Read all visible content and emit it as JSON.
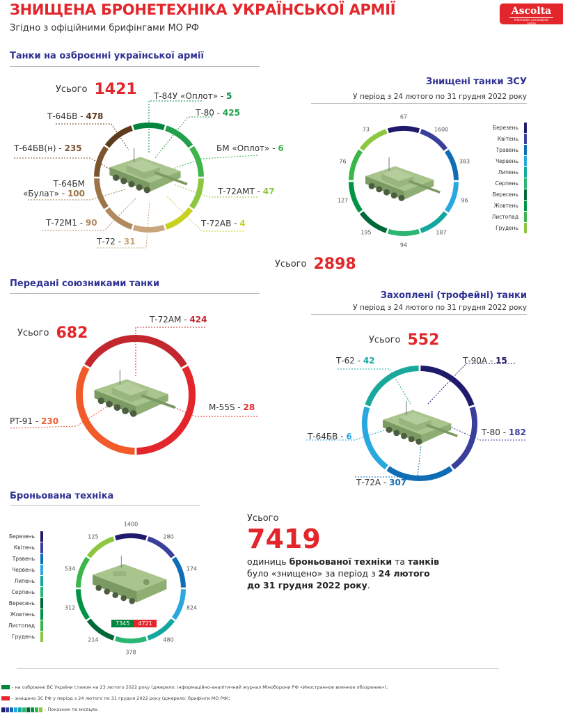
{
  "header": {
    "title": "ЗНИЩЕНА БРОНЕТЕХНІКА УКРАЇНСЬКОЇ АРМІЇ",
    "subtitle": "Згідно з офіційними брифінгами МО РФ",
    "logo_text": "Ascolta",
    "logo_tagline": "information and analysis centre"
  },
  "colors": {
    "accent": "#e3262b",
    "section": "#2e3192"
  },
  "months": [
    {
      "name": "Березень",
      "color": "#1f1a6b"
    },
    {
      "name": "Квітень",
      "color": "#3a3f9b"
    },
    {
      "name": "Травень",
      "color": "#0f6db5"
    },
    {
      "name": "Червень",
      "color": "#29a8e0"
    },
    {
      "name": "Липень",
      "color": "#13a89e"
    },
    {
      "name": "Серпень",
      "color": "#2bb673"
    },
    {
      "name": "Вересень",
      "color": "#006838"
    },
    {
      "name": "Жовтень",
      "color": "#009444"
    },
    {
      "name": "Листопад",
      "color": "#39b54a"
    },
    {
      "name": "Грудень",
      "color": "#8dc63f"
    }
  ],
  "chart_data": [
    {
      "type": "pie",
      "id": "inventory",
      "title": "Танки на озброєнні української армії",
      "total_label": "Усього",
      "total": "1421",
      "items": [
        {
          "label": "Т-84У «Оплот» - ",
          "value": "5",
          "color": "#00853e"
        },
        {
          "label": "Т-80 - ",
          "value": "425",
          "color": "#1fa049"
        },
        {
          "label": "БМ «Оплот» - ",
          "value": "6",
          "color": "#3db54a"
        },
        {
          "label": "Т-72АМТ - ",
          "value": "47",
          "color": "#8dc63f"
        },
        {
          "label": "Т-72АВ - ",
          "value": "4",
          "color": "#c8d11f"
        },
        {
          "label": "Т-72 - ",
          "value": "31",
          "color": "#c8a57a"
        },
        {
          "label": "Т-72М1 - ",
          "value": "90",
          "color": "#b08a5e"
        },
        {
          "label": "Т-64БМ «Булат» - ",
          "value": "100",
          "color": "#9c7447"
        },
        {
          "label": "Т-64БВ(н) - ",
          "value": "235",
          "color": "#7a552d"
        },
        {
          "label": "Т-64БВ - ",
          "value": "478",
          "color": "#5c3c1c"
        }
      ]
    },
    {
      "type": "pie",
      "id": "destroyed_tanks",
      "title": "Знищені танки ЗСУ",
      "subtitle": "У період з 24 лютого по 31 грудня 2022 року",
      "total_label": "Усього",
      "total": "2898",
      "categories": [
        "Березень",
        "Квітень",
        "Травень",
        "Червень",
        "Липень",
        "Серпень",
        "Вересень",
        "Жовтень",
        "Листопад",
        "Грудень"
      ],
      "values": [
        67,
        1600,
        383,
        96,
        187,
        94,
        195,
        127,
        76,
        73
      ]
    },
    {
      "type": "pie",
      "id": "allied_tanks",
      "title": "Передані союзниками танки",
      "total_label": "Усього",
      "total": "682",
      "items": [
        {
          "label": "Т-72АМ - ",
          "value": "424",
          "color": "#c1272d"
        },
        {
          "label": "M-55S - ",
          "value": "28",
          "color": "#e3262b"
        },
        {
          "label": "PT-91 - ",
          "value": "230",
          "color": "#f15a29"
        }
      ]
    },
    {
      "type": "pie",
      "id": "captured_tanks",
      "title": "Захоплені (трофейні) танки",
      "subtitle": "У період з 24 лютого по 31 грудня 2022 року",
      "total_label": "Усього",
      "total": "552",
      "items": [
        {
          "label": "Т-62 - ",
          "value": "42",
          "color": "#1aa89c"
        },
        {
          "label": "Т-90А - ",
          "value": "15",
          "color": "#1f1a6b"
        },
        {
          "label": "Т-80 - ",
          "value": "182",
          "color": "#3a3f9b"
        },
        {
          "label": "Т-72А - ",
          "value": "307",
          "color": "#0f6db5"
        },
        {
          "label": "Т-64БВ - ",
          "value": "6",
          "color": "#29a8e0"
        }
      ]
    },
    {
      "type": "pie",
      "id": "armored_vehicles",
      "title": "Броньована техніка",
      "categories": [
        "Березень",
        "Квітень",
        "Травень",
        "Червень",
        "Липень",
        "Серпень",
        "Вересень",
        "Жовтень",
        "Листопад",
        "Грудень"
      ],
      "values": [
        1400,
        280,
        174,
        824,
        480,
        378,
        214,
        312,
        534,
        125
      ],
      "badge": {
        "inventory": "7345",
        "destroyed": "4721"
      }
    }
  ],
  "summary": {
    "total_label": "Усього",
    "total": "7419",
    "line1a": "одиниць ",
    "line1b": "броньованої техніки",
    "line1c": " та ",
    "line1d": "танків",
    "line2a": "було «знищено» за період з ",
    "line2b": "24 лютого",
    "line3": "до 31 грудня 2022 року",
    "line3end": "."
  },
  "footnotes": [
    {
      "color": "#00853e",
      "text": "- на озброєнні ВС України станом на 23 лютого 2022 року (джерело: інформаційно-аналітичний журнал Міноборони РФ «Иностранное военное обозрение»);"
    },
    {
      "color": "#e3262b",
      "text": "- знищено ЗС РФ у період з 24 лютого по 31 грудня 2022 року (джерело: брифінги МО РФ);"
    },
    {
      "text": "- Показник по місяцях."
    }
  ]
}
